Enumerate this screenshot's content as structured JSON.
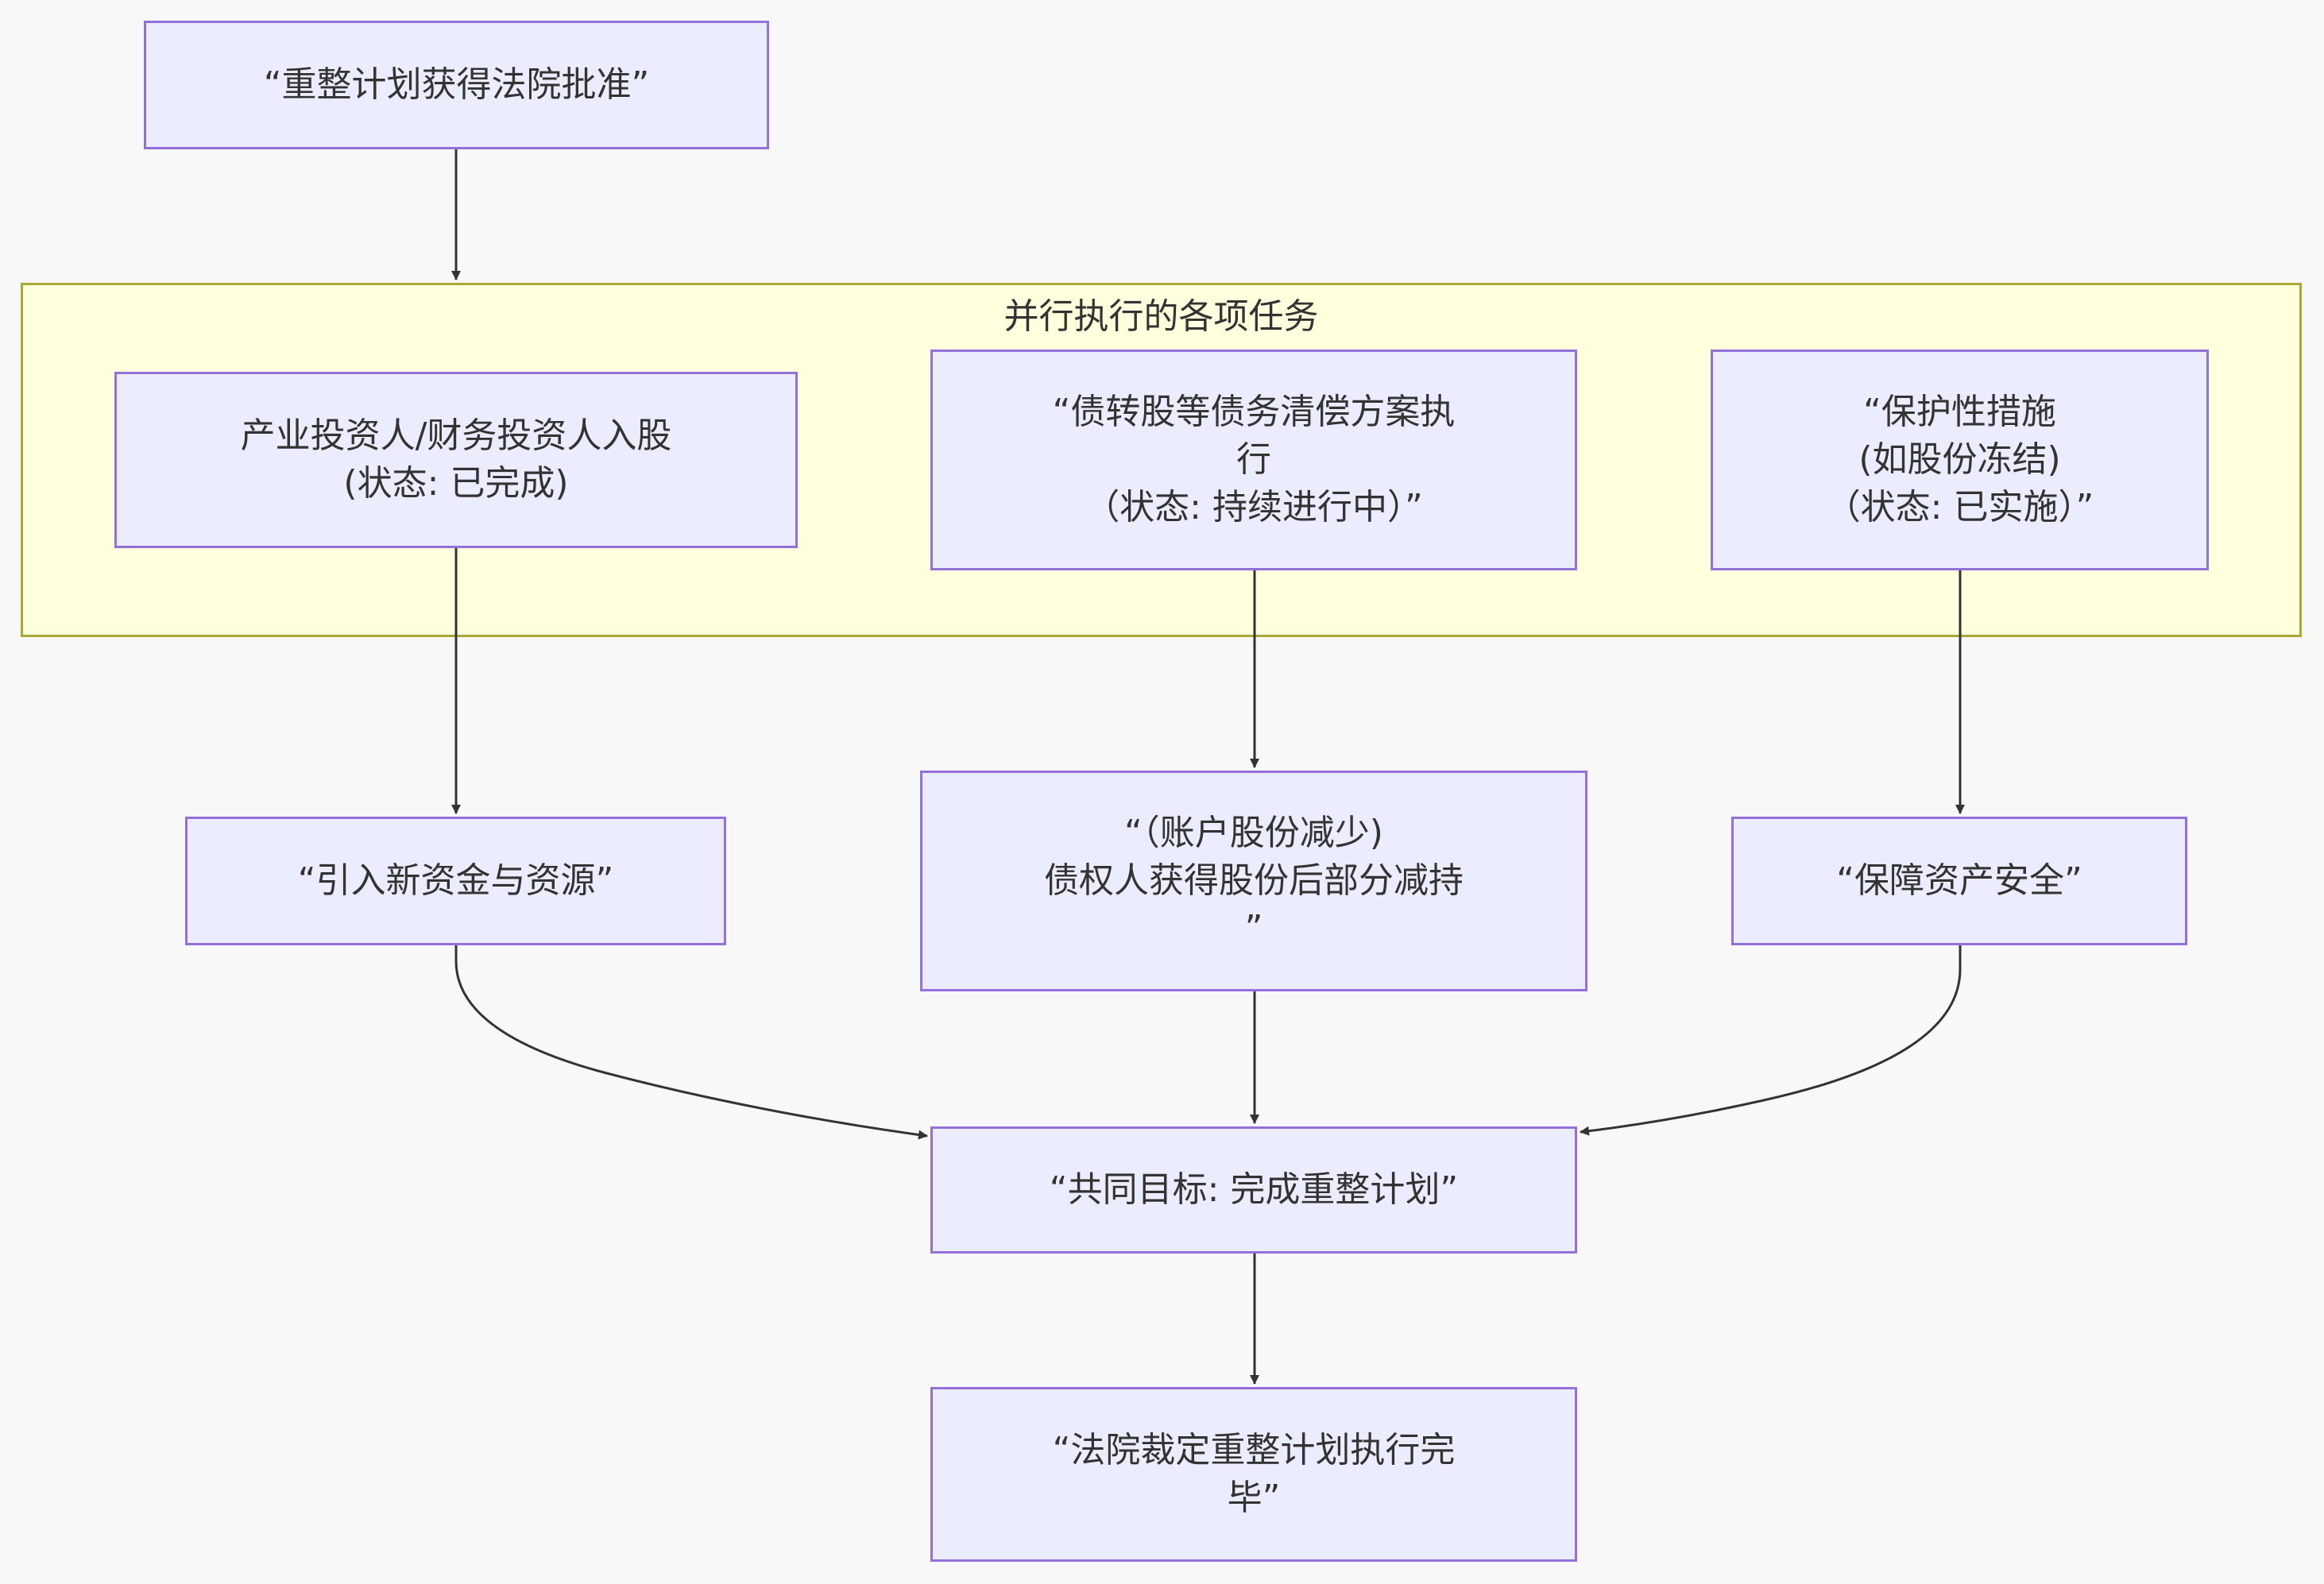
{
  "diagram": {
    "type": "flowchart",
    "colors": {
      "background": "#f8f8f8",
      "node_fill": "#ececff",
      "node_border": "#9370db",
      "subgraph_fill": "#ffffde",
      "subgraph_border": "#aaaa33",
      "edge": "#333333",
      "text": "#333333"
    },
    "subgraph": {
      "title": "并行执行的各项任务"
    },
    "nodes": {
      "approval": "“重整计划获得法院批准”",
      "investors": "产业投资人/财务投资人入股\n(状态: 已完成)",
      "debt_equity": "“债转股等债务清偿方案执\n行\n（状态: 持续进行中）”",
      "protection": "“保护性措施\n(如股份冻结)\n（状态: 已实施）”",
      "new_funds": "“引入新资金与资源”",
      "reduction": "“（账户股份减少)\n债权人获得股份后部分减持\n”",
      "asset_safety": "“保障资产安全”",
      "goal": "“共同目标: 完成重整计划”",
      "completion": "“法院裁定重整计划执行完\n毕”"
    },
    "edges": [
      {
        "from": "approval",
        "to": "subgraph"
      },
      {
        "from": "investors",
        "to": "new_funds"
      },
      {
        "from": "debt_equity",
        "to": "reduction"
      },
      {
        "from": "protection",
        "to": "asset_safety"
      },
      {
        "from": "new_funds",
        "to": "goal"
      },
      {
        "from": "reduction",
        "to": "goal"
      },
      {
        "from": "asset_safety",
        "to": "goal"
      },
      {
        "from": "goal",
        "to": "completion"
      }
    ]
  }
}
